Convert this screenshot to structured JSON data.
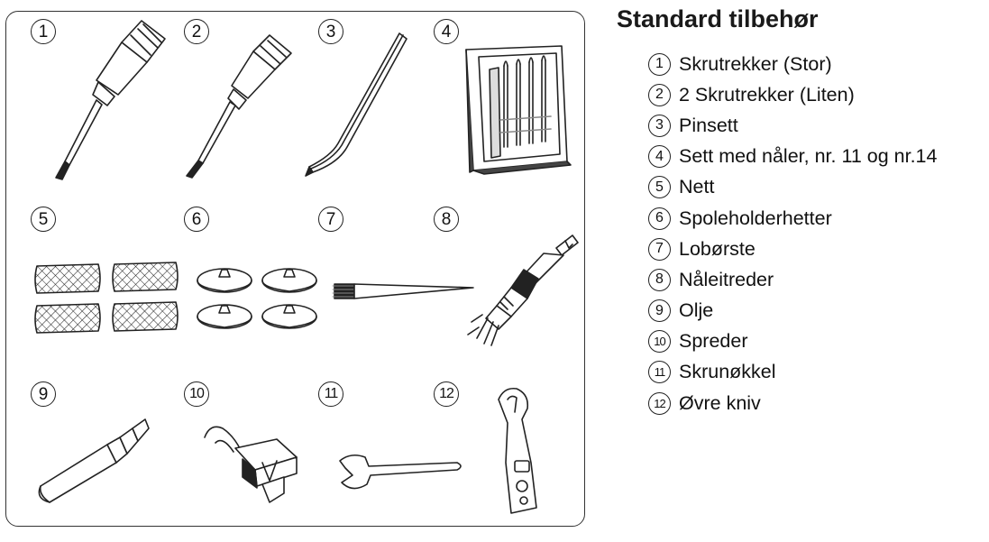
{
  "title": "Standard tilbehør",
  "items": [
    {
      "num": "1",
      "label": "Skrutrekker (Stor)",
      "icon": "large-screwdriver-icon"
    },
    {
      "num": "2",
      "label": "2 Skrutrekker (Liten)",
      "icon": "small-screwdriver-icon"
    },
    {
      "num": "3",
      "label": "Pinsett",
      "icon": "tweezers-icon"
    },
    {
      "num": "4",
      "label": "Sett med nåler, nr. 11 og nr.14",
      "icon": "needle-set-icon"
    },
    {
      "num": "5",
      "label": "Nett",
      "icon": "net-icon"
    },
    {
      "num": "6",
      "label": "Spoleholderhetter",
      "icon": "spool-cap-icon"
    },
    {
      "num": "7",
      "label": "Lobørste",
      "icon": "lint-brush-icon"
    },
    {
      "num": "8",
      "label": "Nåleitreder",
      "icon": "needle-threader-icon"
    },
    {
      "num": "9",
      "label": "Olje",
      "icon": "oil-bottle-icon"
    },
    {
      "num": "10",
      "label": "Spreder",
      "icon": "spreader-icon"
    },
    {
      "num": "11",
      "label": "Skrunøkkel",
      "icon": "wrench-icon"
    },
    {
      "num": "12",
      "label": "Øvre kniv",
      "icon": "upper-knife-icon"
    }
  ]
}
